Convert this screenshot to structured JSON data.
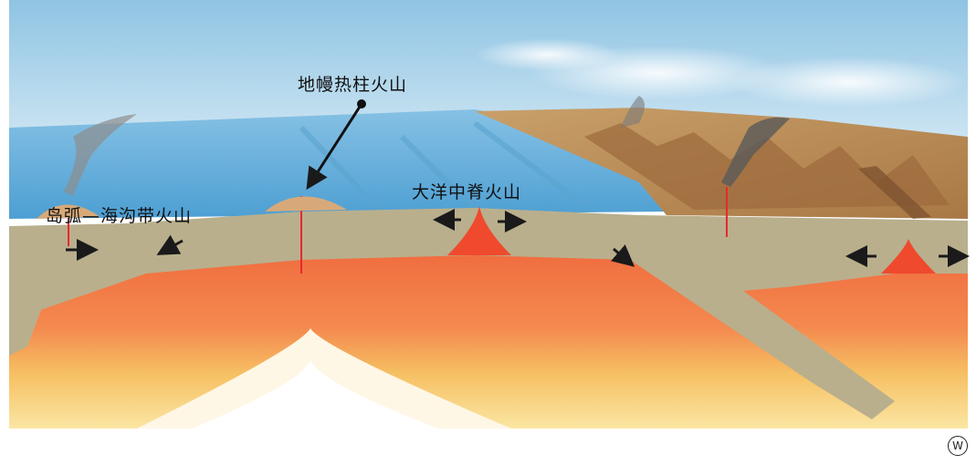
{
  "labels": {
    "plume_volcano": "地幔热柱火山",
    "arc_trench_volcano": "岛弧—海沟带火山",
    "ridge_volcano": "大洋中脊火山"
  },
  "watermark": "W",
  "colors": {
    "sky": "#9ccbe6",
    "ocean": "#6db3de",
    "lithosphere": "#b8ae8c",
    "asthenosphere": "#f2784a",
    "deep_mantle": "#f7c766",
    "core_glow": "#ffffff",
    "land": "#c2915c",
    "magma": "#e8282a",
    "arrow": "#1a1a1a"
  },
  "icons": [
    "plate-motion-arrow",
    "volcano-plume",
    "magma-conduit"
  ]
}
